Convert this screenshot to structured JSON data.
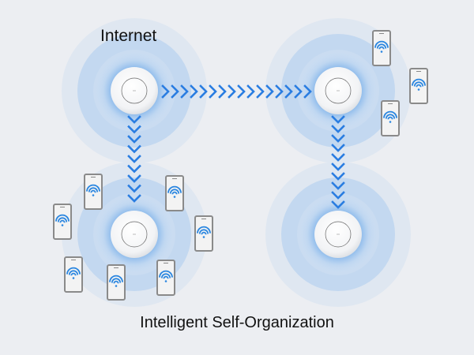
{
  "diagram": {
    "top_label": "Internet",
    "caption": "Intelligent Self-Organization",
    "colors": {
      "background": "#eceef2",
      "halo": "#4a90e2",
      "arrow": "#2a7de1",
      "phone_frame": "#8a8a8a",
      "wifi": "#2a86e0"
    },
    "access_points": [
      "ap-internet",
      "ap-top-right",
      "ap-bottom-left",
      "ap-bottom-right"
    ],
    "links": [
      {
        "from": "ap-internet",
        "to": "ap-top-right"
      },
      {
        "from": "ap-internet",
        "to": "ap-bottom-left"
      },
      {
        "from": "ap-top-right",
        "to": "ap-bottom-right"
      }
    ],
    "clients": {
      "ap-top-right": 3,
      "ap-bottom-left": 7
    }
  }
}
